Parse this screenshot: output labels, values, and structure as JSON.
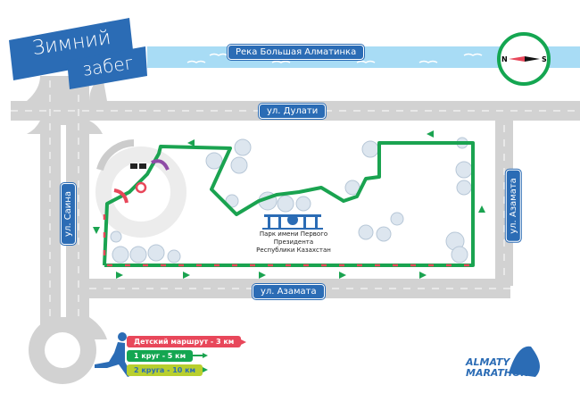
{
  "title": {
    "line1": "Зимний",
    "line2": "забег"
  },
  "river": {
    "label": "Река Большая Алматинка"
  },
  "streets": {
    "top": "ул. Дулати",
    "bottom": "ул. Азамата",
    "left": "ул. Саина",
    "right": "ул. Азамата"
  },
  "compass": {
    "north": "N",
    "south": "S"
  },
  "park": {
    "line1": "Парк имени Первого Президента",
    "line2": "Республики Казахстан"
  },
  "legend": [
    {
      "label": "Детский маршрут - 3 км",
      "color": "#e8475a"
    },
    {
      "label": "1 круг - 5 км",
      "color": "#14a651"
    },
    {
      "label": "2 круга - 10 км",
      "color": "#b8cf2e"
    }
  ],
  "logo": {
    "line1": "ALMATY",
    "line2": "MARATHON"
  },
  "colors": {
    "route": "#1aa350",
    "road": "#d2d2d2",
    "river": "#a8dcf5",
    "label": "#2b6cb5"
  }
}
